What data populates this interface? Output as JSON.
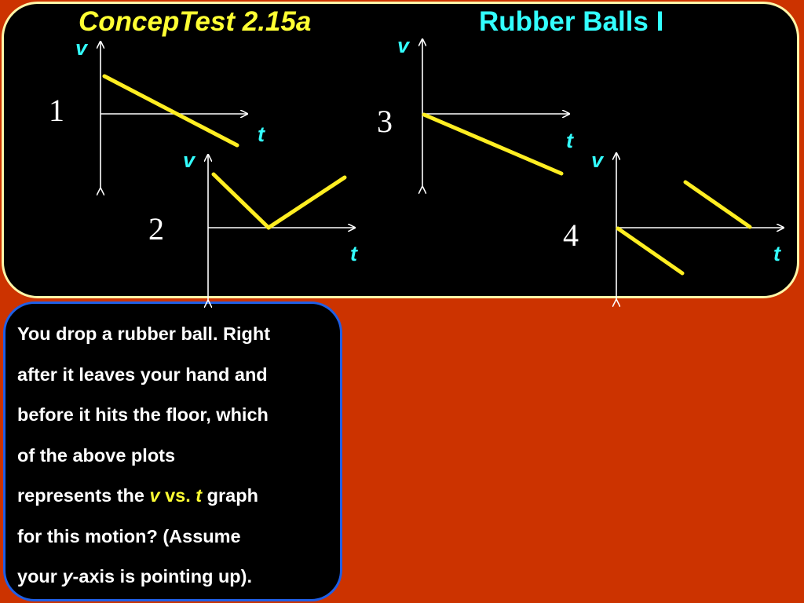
{
  "title": {
    "left": "ConcepTest  2.15a",
    "right": "Rubber Balls I"
  },
  "colors": {
    "background": "#cc3300",
    "panel": "#000000",
    "top_border": "#fff6a8",
    "question_border": "#1f5fe6",
    "plot_line": "#ffee22",
    "axis_label": "#33ffff",
    "title_left": "#ffff33"
  },
  "plots": [
    {
      "number": "1",
      "v_label": "v",
      "t_label": "t"
    },
    {
      "number": "2",
      "v_label": "v",
      "t_label": "t"
    },
    {
      "number": "3",
      "v_label": "v",
      "t_label": "t"
    },
    {
      "number": "4",
      "v_label": "v",
      "t_label": "t"
    }
  ],
  "question": {
    "line1": "You drop a rubber ball.  Right",
    "line2": "after it leaves your hand and",
    "line3": "before it hits the floor, which",
    "line4": "of the above plots",
    "line5_pre": "represents the ",
    "line5_v": "v",
    "line5_vs": " vs. ",
    "line5_t": "t",
    "line5_post": " graph",
    "line6": "for this motion?    (Assume",
    "line7_pre": "your ",
    "line7_y": "y",
    "line7_post": "-axis is pointing up)."
  }
}
